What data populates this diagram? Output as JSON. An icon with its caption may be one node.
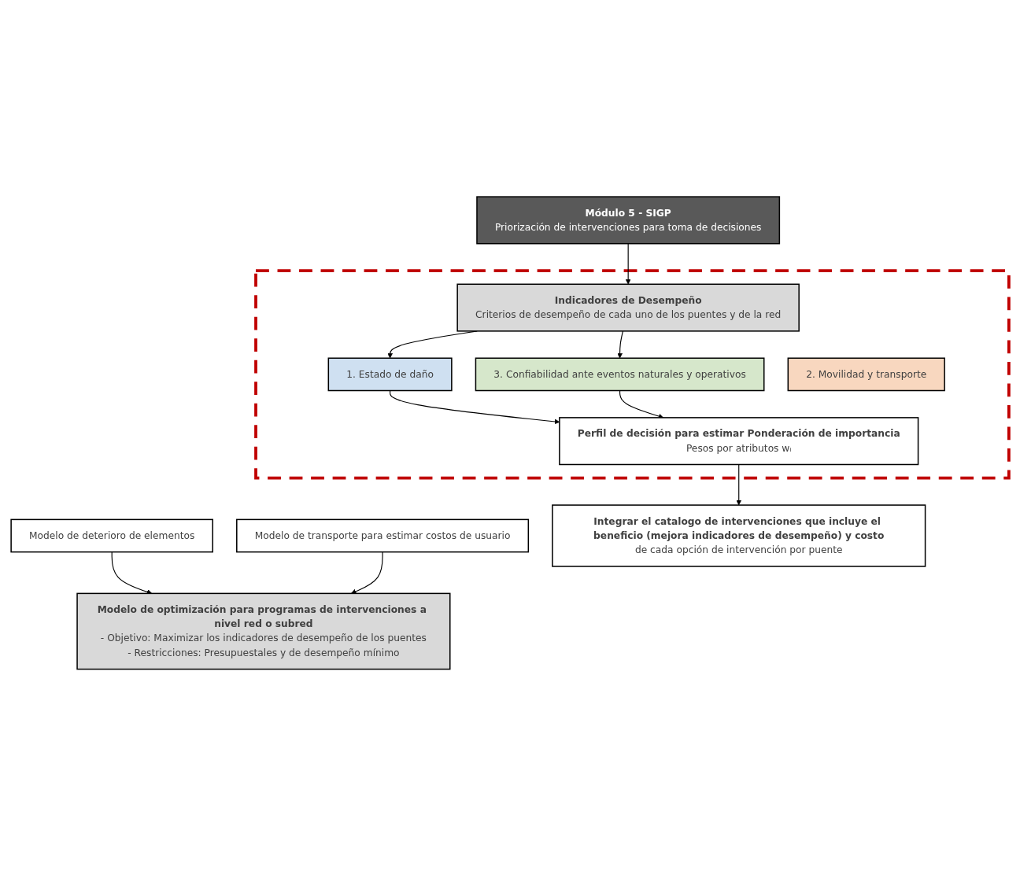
{
  "diagram": {
    "nodes": [
      {
        "text": [
          "Módulo 5 - SIGP",
          "Priorización de intervenciones para toma de decisiones"
        ]
      },
      {
        "text": [],
        "shape": "box"
      },
      {
        "text": [
          "Indicadores de Desempeño",
          "Criterios de desempeño de cada uno de los puentes y de la red"
        ],
        "in": 1
      },
      {
        "text": [
          "1. Estado de daño"
        ],
        "in": 1
      },
      {
        "text": [
          "2. Movilidad y transporte"
        ],
        "in": 1
      },
      {
        "text": [
          "3. Confiabilidad ante eventos naturales y operativos"
        ],
        "in": 1
      },
      {
        "text": [
          "Perfil de decisión para estimar Ponderación de importancia",
          "Pesos por atributos wᵢ"
        ],
        "in": 1
      },
      {
        "text": [
          "Integrar el catalogo de intervenciones que incluye el beneficio (mejora indicadores de desempeño) y costo",
          "de cada opción de intervención por puente"
        ]
      },
      {
        "text": [
          "Modelo de deterioro de elementos"
        ]
      },
      {
        "text": [
          "Modelo de transporte para estimar costos de usuario"
        ]
      },
      {
        "text": [
          "Modelo de optimización para programas de intervenciones a nivel red o subred",
          "- Objetivo: Maximizar los indicadores de desempeño de los puentes",
          "- Restricciones: Presupuestales y de desempeño mínimo"
        ]
      }
    ],
    "edges": [
      {
        "from": 0,
        "to": 2,
        "arrow": "to"
      },
      {
        "from": 2,
        "to": 3,
        "arrow": "to"
      },
      {
        "from": 2,
        "to": 5,
        "arrow": "to"
      },
      {
        "from": 3,
        "to": 6,
        "arrow": "to"
      },
      {
        "from": 5,
        "to": 6,
        "arrow": "to"
      },
      {
        "from": 6,
        "to": 7,
        "arrow": "to"
      },
      {
        "from": 8,
        "to": 10,
        "arrow": "to"
      },
      {
        "from": 9,
        "to": 10,
        "arrow": "to"
      }
    ]
  }
}
